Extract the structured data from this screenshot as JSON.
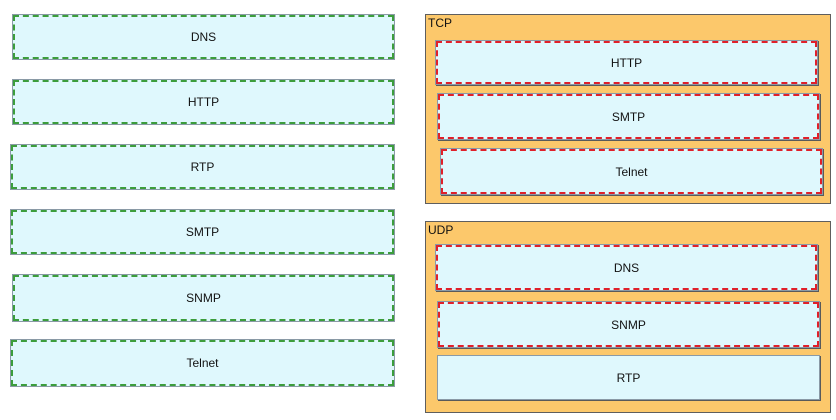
{
  "source_items": [
    "DNS",
    "HTTP",
    "RTP",
    "SMTP",
    "SNMP",
    "Telnet"
  ],
  "tcp_zone": {
    "label": "TCP",
    "items": [
      "HTTP",
      "SMTP",
      "Telnet"
    ]
  },
  "udp_zone": {
    "label": "UDP",
    "items": [
      "DNS",
      "SNMP",
      "RTP"
    ]
  },
  "colors": {
    "item_fill": "#dff8fd",
    "zone_fill": "#fcc86b",
    "source_dash": "#3c9d3c",
    "placed_dash": "#e0202a"
  }
}
